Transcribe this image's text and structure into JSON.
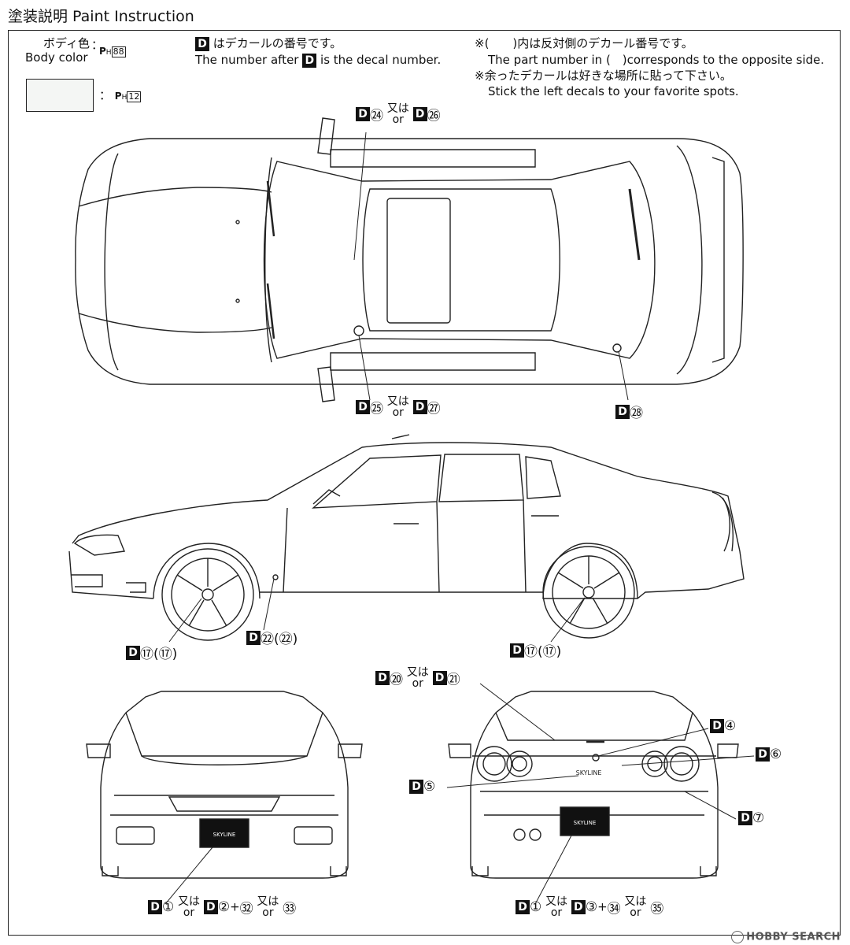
{
  "title": "塗装説明 Paint Instruction",
  "body_color": {
    "label_jp": "ボディ色",
    "label_en": "Body color",
    "colon": "：",
    "paint_prefix": "P",
    "paint_sub": "H",
    "paint_number": "88"
  },
  "swatch": {
    "colon": "：",
    "paint_prefix": "P",
    "paint_sub": "H",
    "paint_number": "12",
    "color": "#f4f6f4"
  },
  "decal_note": {
    "d_letter": "D",
    "line1_jp": "はデカールの番号です。",
    "line2_pre": "The number after",
    "line2_post": "is the decal number."
  },
  "opposite_note": {
    "line1": "※(　　)内は反対側のデカール番号です。",
    "line2": "The part number in (　)corresponds to the opposite side.",
    "line3": "※余ったデカールは好きな場所に貼って下さい。",
    "line4": "Stick the left decals to your favorite spots."
  },
  "callouts": {
    "top_upper": {
      "d1": "D",
      "n1": "㉔",
      "mid_top": "又は",
      "mid_bottom": "or",
      "d2": "D",
      "n2": "㉖"
    },
    "top_lower": {
      "d1": "D",
      "n1": "㉕",
      "mid_top": "又は",
      "mid_bottom": "or",
      "d2": "D",
      "n2": "㉗"
    },
    "top_trunk": {
      "d": "D",
      "n": "㉘"
    },
    "side_front_wheel": {
      "d": "D",
      "n": "⑰",
      "paren": "(⑰)"
    },
    "side_sill": {
      "d": "D",
      "n": "㉒",
      "paren": "(㉒)"
    },
    "side_rear_wheel": {
      "d": "D",
      "n": "⑰",
      "paren": "(⑰)"
    },
    "rear_top": {
      "d1": "D",
      "n1": "⑳",
      "mid_top": "又は",
      "mid_bottom": "or",
      "d2": "D",
      "n2": "㉑"
    },
    "rear_4": {
      "d": "D",
      "n": "④"
    },
    "rear_5": {
      "d": "D",
      "n": "⑤"
    },
    "rear_6": {
      "d": "D",
      "n": "⑥"
    },
    "rear_7": {
      "d": "D",
      "n": "⑦"
    },
    "front_bottom": {
      "d1": "D",
      "n1": "①",
      "mid1_top": "又は",
      "mid1_bottom": "or",
      "d2": "D",
      "n2": "②",
      "plus": "+",
      "n3": "㉜",
      "mid2_top": "又は",
      "mid2_bottom": "or",
      "n4": "㉝"
    },
    "rear_bottom": {
      "d1": "D",
      "n1": "①",
      "mid1_top": "又は",
      "mid1_bottom": "or",
      "d2": "D",
      "n2": "③",
      "plus": "+",
      "n3": "㉞",
      "mid2_top": "又は",
      "mid2_bottom": "or",
      "n4": "㉟"
    }
  },
  "plates": {
    "front": "SKYLINE",
    "rear": "SKYLINE",
    "rear_badge": "SKYLINE"
  },
  "watermark": "HOBBY SEARCH"
}
